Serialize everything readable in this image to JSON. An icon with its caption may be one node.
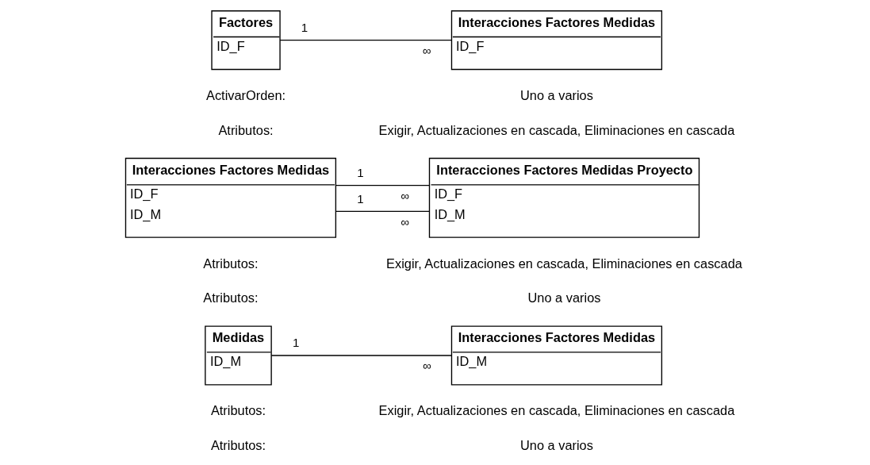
{
  "diagram": {
    "nodes": [
      {
        "text": [
          "Factores",
          "ID_F"
        ]
      },
      {
        "text": [
          "Interacciones Factores Medidas",
          "ID_F"
        ]
      },
      {
        "text": [
          "Interacciones Factores Medidas",
          "ID_F",
          "ID_M"
        ]
      },
      {
        "text": [
          "Interacciones Factores Medidas Proyecto",
          "ID_F",
          "ID_M"
        ]
      },
      {
        "text": [
          "Medidas",
          "ID_M"
        ]
      },
      {
        "text": [
          "Interacciones Factores Medidas",
          "ID_M"
        ]
      }
    ],
    "edges": [
      {
        "from": 0,
        "to": 1,
        "arrow": "none"
      },
      {
        "from": 2,
        "to": 3,
        "arrow": "none"
      },
      {
        "from": 2,
        "to": 3,
        "arrow": "none"
      },
      {
        "from": 4,
        "to": 5,
        "arrow": "none"
      }
    ],
    "labels": [
      "1",
      "∞",
      "ActivarOrden:",
      "Uno a varios",
      "Atributos:",
      "Exigir, Actualizaciones en cascada, Eliminaciones en cascada",
      "1",
      "∞",
      "1",
      "∞",
      "Atributos:",
      "Exigir, Actualizaciones en cascada, Eliminaciones en cascada",
      "Atributos:",
      "Uno a varios",
      "1",
      "∞",
      "Atributos:",
      "Exigir, Actualizaciones en cascada, Eliminaciones en cascada",
      "Atributos:",
      "Uno a varios"
    ]
  }
}
